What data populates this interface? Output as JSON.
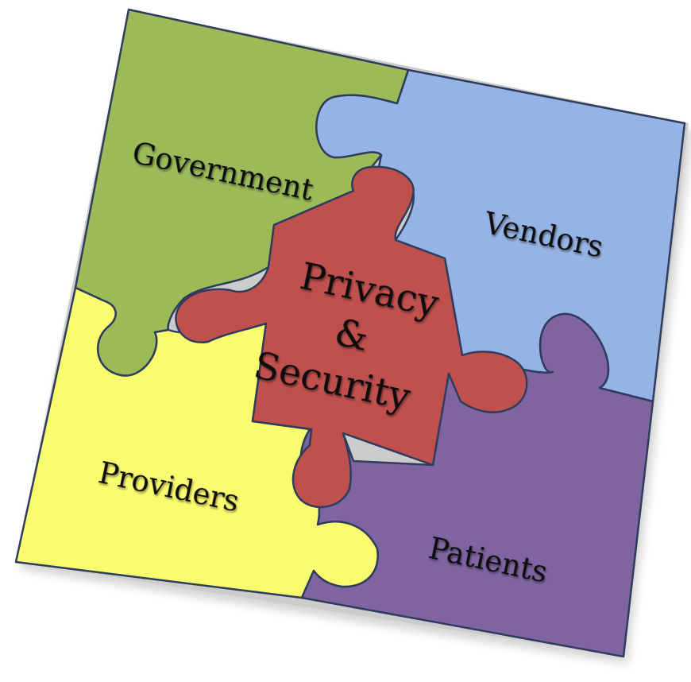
{
  "pieces": {
    "government": {
      "label": "Government",
      "color": "#9bbb59"
    },
    "vendors": {
      "label": "Vendors",
      "color": "#95b3e5"
    },
    "providers": {
      "label": "Providers",
      "color": "#fbfb6f"
    },
    "patients": {
      "label": "Patients",
      "color": "#8064a2"
    },
    "center": {
      "label_line1": "Privacy",
      "label_line2": "&",
      "label_line3": "Security",
      "color": "#c0504d"
    }
  },
  "outline_color": "#2e3d5c"
}
